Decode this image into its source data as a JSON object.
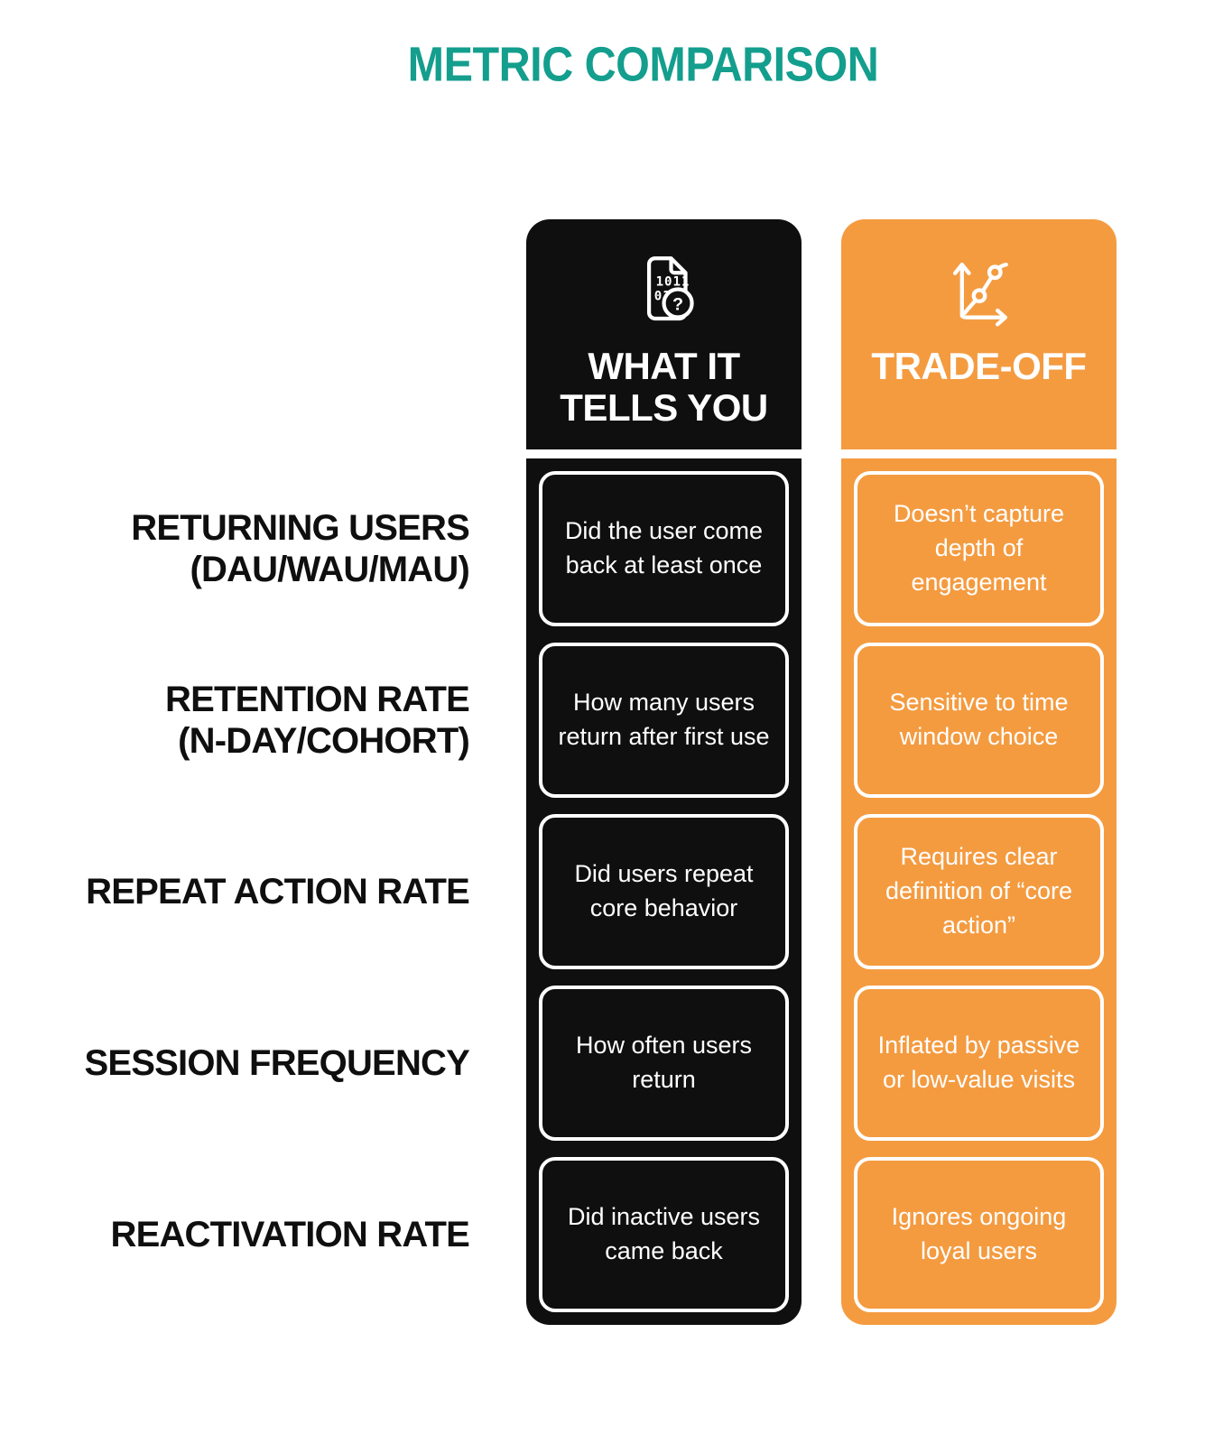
{
  "title": "METRIC COMPARISON",
  "colors": {
    "teal": "#149E8D",
    "orange": "#F49B40",
    "ink": "#0F0F0F",
    "white": "#FFFFFF"
  },
  "columns": [
    {
      "id": "what-it-tells-you",
      "header": "WHAT IT TELLS YOU",
      "icon": "binary-file-question-icon"
    },
    {
      "id": "trade-off",
      "header": "TRADE-OFF",
      "icon": "growth-chart-icon"
    }
  ],
  "rows": [
    {
      "label1": "RETURNING USERS",
      "label2": "(DAU/WAU/MAU)",
      "what": "Did the user come back at least once",
      "tradeoff": "Doesn’t capture depth of engagement"
    },
    {
      "label1": "RETENTION RATE",
      "label2": "(N-DAY/COHORT)",
      "what": "How many users return after first use",
      "tradeoff": "Sensitive to time window choice"
    },
    {
      "label1": "REPEAT ACTION RATE",
      "what": "Did users repeat core behavior",
      "tradeoff": "Requires clear definition of “core action”"
    },
    {
      "label1": "SESSION FREQUENCY",
      "what": "How often users return",
      "tradeoff": "Inflated by passive or low-value visits"
    },
    {
      "label1": "REACTIVATION RATE",
      "what": "Did inactive users came back",
      "tradeoff": "Ignores ongoing loyal users"
    }
  ]
}
